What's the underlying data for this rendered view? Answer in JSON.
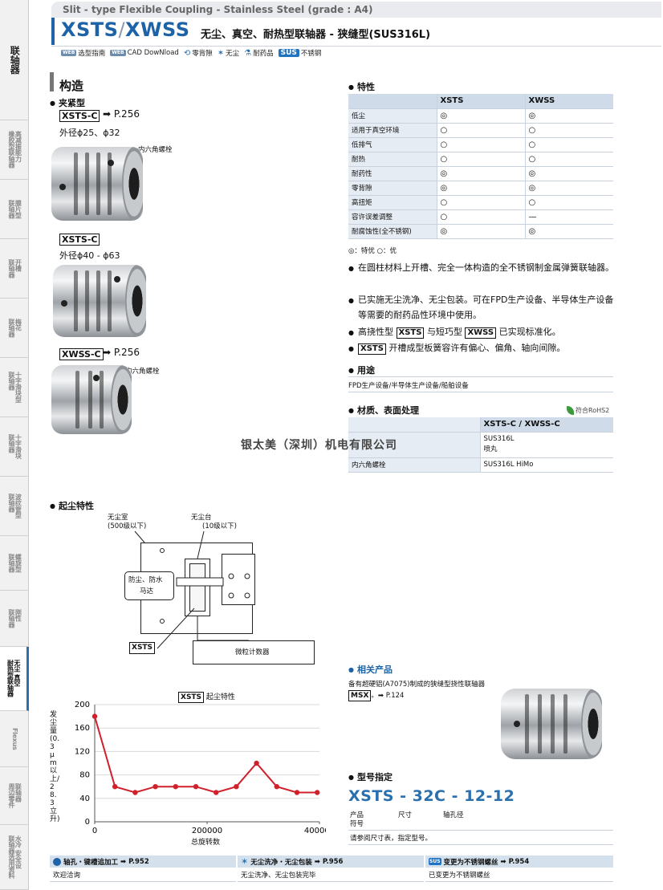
{
  "side_tabs": [
    {
      "label": "联轴器"
    },
    {
      "label": "高减振能力\n橡胶型联轴器"
    },
    {
      "label": "膜片型\n联轴器"
    },
    {
      "label": "开槽\n联轴器"
    },
    {
      "label": "梅花\n联轴器"
    },
    {
      "label": "十字滑块型\n联轴器"
    },
    {
      "label": "十字滑块\n联轴器"
    },
    {
      "label": "波纹管型\n联轴器"
    },
    {
      "label": "螺旋型\n联轴器"
    },
    {
      "label": "刚性\n联轴器"
    },
    {
      "label": "无尘 真空\n耐热型联轴器"
    },
    {
      "label": "Flexus"
    },
    {
      "label": "联轴器\n周边零件"
    },
    {
      "label": "水冷 安全设\n联轴器选用资料"
    }
  ],
  "header": {
    "en_title": "Slit - type Flexible Coupling  -  Stainless Steel (grade : A4)",
    "code_a": "XSTS",
    "code_b": "XWSS",
    "slash": "/",
    "cn_title": "无尘、真空、耐热型联轴器  -  狭缝型(SUS316L)",
    "badges": {
      "web": "WEB",
      "select": "选型指南",
      "cad": "CAD DowNload",
      "zero": "零背隙",
      "dust": "无尘",
      "chem": "耐药品",
      "sus": "SUS",
      "stainless": "不锈钢"
    }
  },
  "structure": {
    "title": "构造",
    "clamp_type": "夹紧型",
    "xsts_c": "XSTS-C",
    "page_ref": "P.256",
    "dia1": "外径ϕ25、ϕ32",
    "bolt": "内六角螺栓",
    "xsts_c2": "XSTS-C",
    "dia2": "外径ϕ40 - ϕ63",
    "xwss_c": "XWSS-C",
    "page_ref2": "P.256",
    "bolt2": "内六角螺栓"
  },
  "features": {
    "title": "特性",
    "col_a": "XSTS",
    "col_b": "XWSS",
    "rows": [
      {
        "label": "低尘",
        "a": "◎",
        "b": "◎"
      },
      {
        "label": "适用于真空环境",
        "a": "○",
        "b": "○"
      },
      {
        "label": "低排气",
        "a": "○",
        "b": "○"
      },
      {
        "label": "耐热",
        "a": "○",
        "b": "○"
      },
      {
        "label": "耐药性",
        "a": "◎",
        "b": "◎"
      },
      {
        "label": "零背隙",
        "a": "◎",
        "b": "◎"
      },
      {
        "label": "高扭矩",
        "a": "○",
        "b": "○"
      },
      {
        "label": "容许误差调整",
        "a": "○",
        "b": "—"
      },
      {
        "label": "耐腐蚀性(全不锈钢)",
        "a": "◎",
        "b": "◎"
      }
    ],
    "legend": "◎：特优   ○：优"
  },
  "bullets": [
    {
      "text": "在圆柱材料上开槽、完全一体构造的全不锈钢制金属弹簧联轴器。"
    },
    {
      "text": "已实施无尘洗净、无尘包装。可在FPD生产设备、半导体生产设备等需要的耐药品性环境中使用。"
    },
    {
      "pre": "高挠性型",
      "tag1": "XSTS",
      "mid": "与短巧型",
      "tag2": "XWSS",
      "post": "已实现标准化。"
    },
    {
      "tag": "XSTS",
      "post": "开槽成型板簧容许有偏心、偏角、轴向间隙。"
    }
  ],
  "usage": {
    "title": "用途",
    "text": "FPD生产设备/半导体生产设备/船舶设备"
  },
  "material": {
    "title": "材质、表面处理",
    "rohs": "符合RoHS2",
    "col": "XSTS-C / XWSS-C",
    "row1_value_a": "SUS316L",
    "row1_value_b": "喷丸",
    "row2_label": "内六角螺栓",
    "row2_value": "SUS316L HiMo"
  },
  "stamp": "银太美（深圳）机电有限公司",
  "dust": {
    "title": "起尘特性",
    "room": "无尘室",
    "room_grade": "(500级以下)",
    "bench": "无尘台",
    "bench_grade": "(10级以下)",
    "motor_a": "防尘、防水",
    "motor_b": "马达",
    "xsts": "XSTS",
    "counter": "微粒计数器"
  },
  "chart_data": {
    "type": "line",
    "title_tag": "XSTS",
    "title": "起尘特性",
    "xlabel": "总旋转数",
    "ylabel": "发尘量(0.3 μm 以上/ 28.3 立升)",
    "xlim": [
      0,
      400000
    ],
    "ylim": [
      0,
      200
    ],
    "xticks": [
      0,
      200000,
      400000
    ],
    "xtick_labels": [
      "0",
      "200000",
      "400000"
    ],
    "yticks": [
      0,
      40,
      80,
      120,
      160,
      200
    ],
    "color": "#d0202a",
    "x": [
      0,
      36000,
      72000,
      108000,
      144000,
      180000,
      216000,
      252000,
      288000,
      324000,
      360000,
      396000
    ],
    "y": [
      180,
      60,
      50,
      60,
      60,
      60,
      50,
      60,
      100,
      60,
      50,
      50
    ]
  },
  "related": {
    "title": "相关产品",
    "text_a": "备有超硬铝(A7075)制成的狭缝型挠性联轴器",
    "tag": "MSX",
    "text_b": "。➡ P.124"
  },
  "model": {
    "title": "型号指定",
    "code": "XSTS - 32C - 12-12",
    "part1": "产品\n符号",
    "part2": "尺寸",
    "part3": "轴孔径",
    "note": "请参阅尺寸表，指定型号。"
  },
  "footer": [
    {
      "head": "轴孔・键槽追加工",
      "ref": "➡ P.952",
      "body": "欢迎洽询"
    },
    {
      "head": "无尘洗净・无尘包装",
      "ref": "➡ P.956",
      "body": "无尘洗净、无尘包装完毕"
    },
    {
      "head": "变更为不锈钢螺丝",
      "ref": "➡ P.954",
      "body": "已变更为不锈钢螺丝"
    }
  ]
}
